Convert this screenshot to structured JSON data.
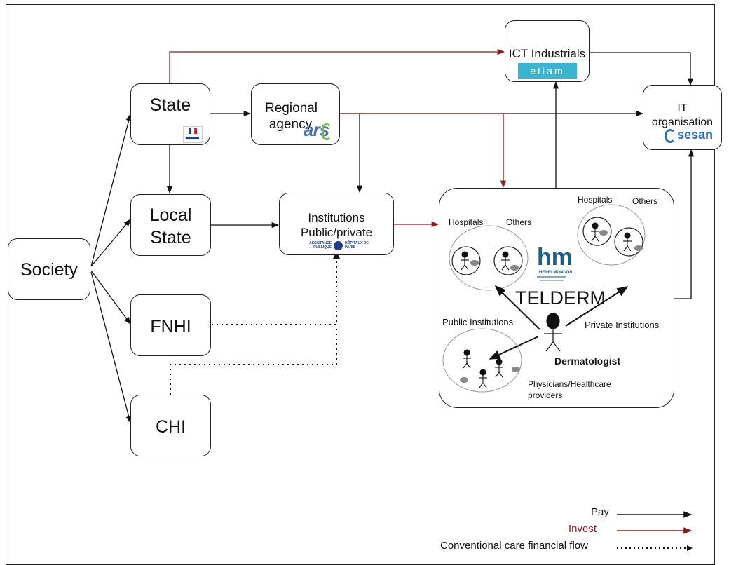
{
  "nodes": {
    "society": {
      "label": "Society"
    },
    "state": {
      "label": "State"
    },
    "local_state": {
      "line1": "Local",
      "line2": "State"
    },
    "fnhi": {
      "label": "FNHI"
    },
    "chi": {
      "label": "CHI"
    },
    "regional": {
      "line1": "Regional",
      "line2": "agency",
      "logo": "ars"
    },
    "institutions": {
      "line1": "Institutions",
      "line2": "Public/private",
      "logo_left": "ASSISTANCE PUBLIQUE",
      "logo_right": "HÔPITAUX DE PARIS"
    },
    "ict": {
      "label": "ICT Industrials",
      "logo": "etiam"
    },
    "it_org": {
      "line1": "IT",
      "line2": "organisation",
      "logo": "sesan"
    }
  },
  "telderm": {
    "title": "TELDERM",
    "hospitals_left": "Hospitals",
    "others_left": "Others",
    "hospitals_right": "Hospitals",
    "others_right": "Others",
    "public_institutions": "Public Institutions",
    "private_institutions": "Private Institutions",
    "dermatologist": "Dermatologist",
    "physicians_line1": "Physicians/Healthcare",
    "physicians_line2": "providers",
    "hm_logo": "hm",
    "hm_sub": "HENRI MONDOR"
  },
  "legend": {
    "pay": "Pay",
    "invest": "Invest",
    "conventional": "Conventional care financial flow"
  },
  "colors": {
    "pay": "#111111",
    "invest": "#8b1a1a",
    "etiam": "#3ab4cf",
    "sesan": "#2a6fb5",
    "ars_green": "#79b84a",
    "ars_blue": "#4d6fb8",
    "hm": "#1f5c86",
    "ap_blue": "#1f3d8a"
  }
}
